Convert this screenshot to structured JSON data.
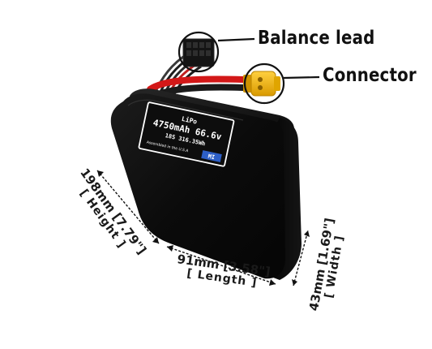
{
  "callouts": {
    "balance_lead": "Balance lead",
    "connector": "Connector"
  },
  "label": {
    "chemistry": "LiPo",
    "capacity_voltage": "4750mAh 66.6v",
    "cells_energy": "18S 316.35Wh",
    "assembled": "Assembled in the U.S.A",
    "logo_text": "MI"
  },
  "dimensions": {
    "height": "198mm [7.79\"]",
    "height_name": "[ Height ]",
    "length": "91mm [3.58\"]",
    "length_name": "[ Length ]",
    "width": "43mm [1.69\"]",
    "width_name": "[ Width ]"
  },
  "colors": {
    "battery_body": "#0a0a0a",
    "wire_red": "#d31818",
    "connector_yellow": "#f2b700",
    "label_blue": "#2d5fc7"
  }
}
